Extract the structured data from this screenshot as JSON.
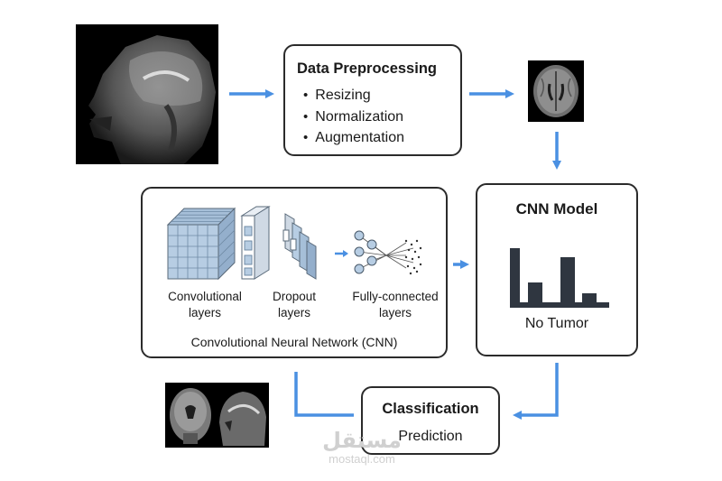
{
  "preprocessing": {
    "title": "Data Preprocessing",
    "steps": [
      "Resizing",
      "Normalization",
      "Augmentation"
    ]
  },
  "cnn_block": {
    "caption": "Convolutional Neural Network (CNN)",
    "labels": [
      {
        "line1": "Convolutional",
        "line2": "layers"
      },
      {
        "line1": "Dropout",
        "line2": "layers"
      },
      {
        "line1": "Fully-connected",
        "line2": "layers"
      }
    ]
  },
  "model": {
    "title": "CNN Model",
    "result": "No Tumor"
  },
  "classification": {
    "title": "Classification",
    "subtitle": "Prediction"
  },
  "watermark": {
    "arabic": "مستقل",
    "domain": "mostaql.com"
  },
  "colors": {
    "arrow": "#4a90e2",
    "box_border": "#2b2b2b",
    "cube_fill": "#b7cde3",
    "bar_fill": "#2f3640"
  }
}
